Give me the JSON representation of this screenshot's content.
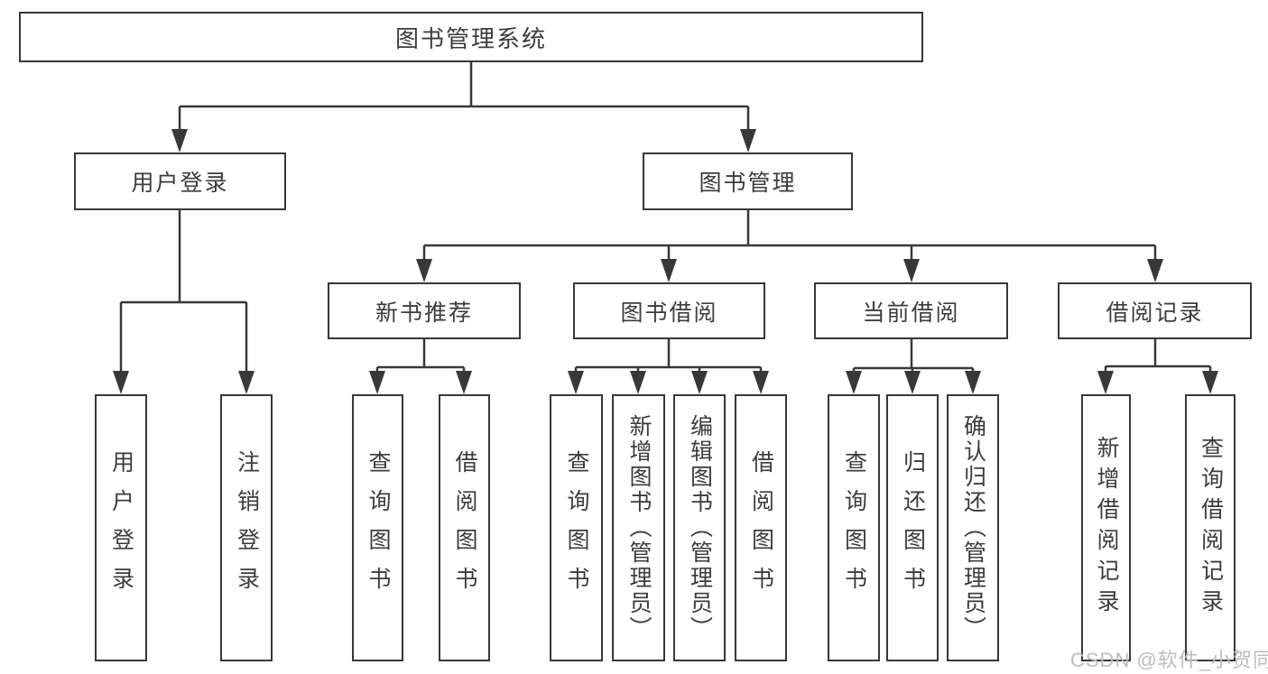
{
  "diagram": {
    "title": "图书管理系统",
    "watermark": "CSDN @软件_小贺同学",
    "colors": {
      "line": "#383838",
      "box_border": "#383838",
      "text": "#3c3c3c",
      "watermark": "#bdbdbd",
      "background": "#ffffff"
    },
    "nodes": [
      {
        "id": "root",
        "label": "图书管理系统",
        "level": 1,
        "parent": null
      },
      {
        "id": "user-login",
        "label": "用户登录",
        "level": 2,
        "parent": "root"
      },
      {
        "id": "book-management",
        "label": "图书管理",
        "level": 2,
        "parent": "root"
      },
      {
        "id": "new-book-recommend",
        "label": "新书推荐",
        "level": 3,
        "parent": "book-management"
      },
      {
        "id": "book-borrowing",
        "label": "图书借阅",
        "level": 3,
        "parent": "book-management"
      },
      {
        "id": "current-borrowing",
        "label": "当前借阅",
        "level": 3,
        "parent": "book-management"
      },
      {
        "id": "borrowing-records",
        "label": "借阅记录",
        "level": 3,
        "parent": "book-management"
      },
      {
        "id": "leaf-user-login",
        "label": "用户登录",
        "level": 4,
        "parent": "user-login"
      },
      {
        "id": "leaf-logout",
        "label": "注销登录",
        "level": 4,
        "parent": "user-login"
      },
      {
        "id": "leaf-query-book-1",
        "label": "查询图书",
        "level": 4,
        "parent": "new-book-recommend"
      },
      {
        "id": "leaf-borrow-book-1",
        "label": "借阅图书",
        "level": 4,
        "parent": "new-book-recommend"
      },
      {
        "id": "leaf-query-book-2",
        "label": "查询图书",
        "level": 4,
        "parent": "book-borrowing"
      },
      {
        "id": "leaf-add-book-admin",
        "label": "新增图书（管理员）",
        "level": 4,
        "parent": "book-borrowing"
      },
      {
        "id": "leaf-edit-book-admin",
        "label": "编辑图书（管理员）",
        "level": 4,
        "parent": "book-borrowing"
      },
      {
        "id": "leaf-borrow-book-2",
        "label": "借阅图书",
        "level": 4,
        "parent": "book-borrowing"
      },
      {
        "id": "leaf-query-book-3",
        "label": "查询图书",
        "level": 4,
        "parent": "current-borrowing"
      },
      {
        "id": "leaf-return-book",
        "label": "归还图书",
        "level": 4,
        "parent": "current-borrowing"
      },
      {
        "id": "leaf-confirm-return-admin",
        "label": "确认归还（管理员）",
        "level": 4,
        "parent": "current-borrowing"
      },
      {
        "id": "leaf-add-borrow-record",
        "label": "新增借阅记录",
        "level": 4,
        "parent": "borrowing-records"
      },
      {
        "id": "leaf-query-borrow-record",
        "label": "查询借阅记录",
        "level": 4,
        "parent": "borrowing-records"
      }
    ]
  }
}
